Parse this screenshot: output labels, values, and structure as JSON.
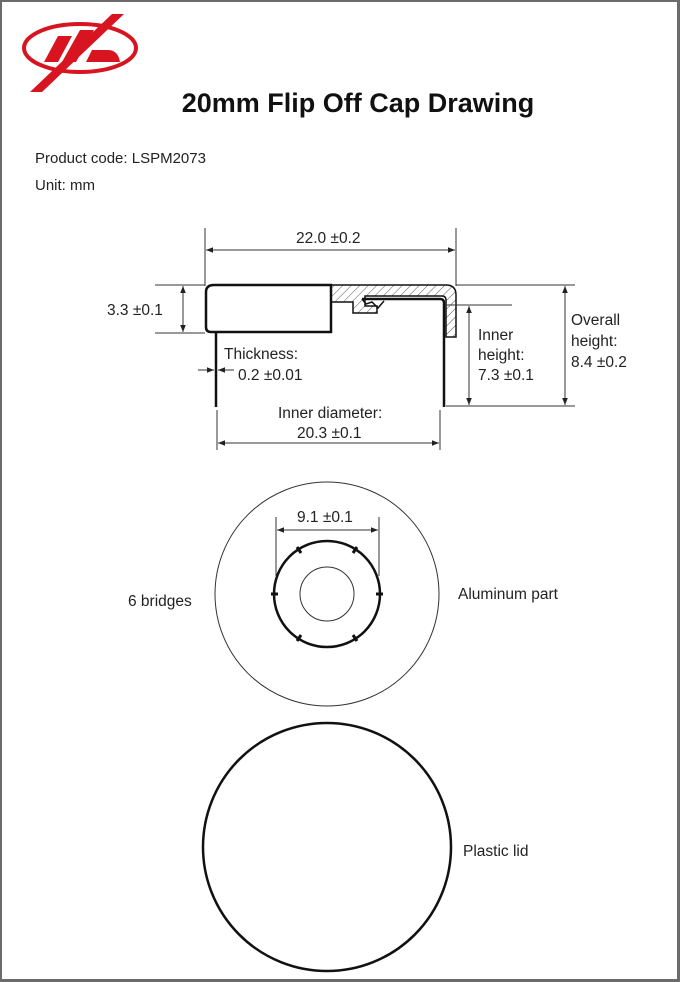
{
  "header": {
    "logo": {
      "name": "yl-logo",
      "color": "#d7141f"
    },
    "title": "20mm Flip Off Cap Drawing"
  },
  "meta": {
    "product_code": "Product code: LSPM2073",
    "unit": "Unit: mm"
  },
  "side_view": {
    "width_dim": "22.0 ±0.2",
    "lid_height_dim": "3.3 ±0.1",
    "thickness_label": "Thickness:",
    "thickness_value": "0.2 ±0.01",
    "inner_diameter_label": "Inner diameter:",
    "inner_diameter_value": "20.3 ±0.1",
    "inner_height_label_1": "Inner",
    "inner_height_label_2": "height:",
    "inner_height_value": "7.3 ±0.1",
    "overall_height_label_1": "Overall",
    "overall_height_label_2": "height:",
    "overall_height_value": "8.4 ±0.2"
  },
  "top_view": {
    "center_hole_dim": "9.1 ±0.1",
    "bridges_label": "6 bridges",
    "part_label": "Aluminum part"
  },
  "lid_view": {
    "part_label": "Plastic lid"
  },
  "colors": {
    "line": "#111111",
    "dim_line": "#333333",
    "accent": "#d7141f",
    "border": "#6b6b6b"
  }
}
